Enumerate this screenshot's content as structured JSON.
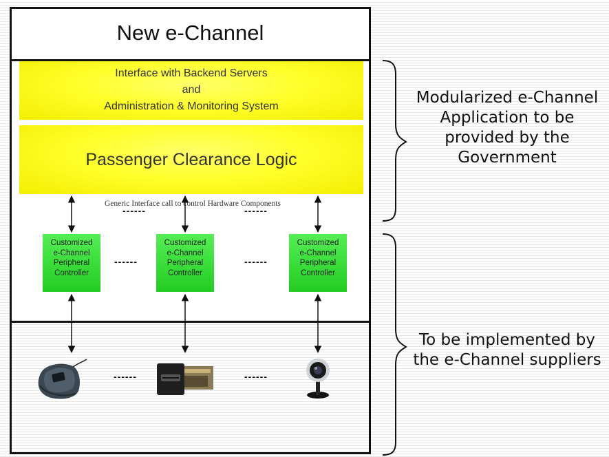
{
  "header": {
    "title": "New e-Channel"
  },
  "app_module": {
    "interface_lines": [
      "Interface with Backend Servers",
      "and",
      "Administration & Monitoring System"
    ],
    "logic_label": "Passenger Clearance Logic",
    "generic_interface_label": "Generic Interface call to control Hardware Components"
  },
  "controllers": {
    "controller_lines": [
      "Customized",
      "e-Channel",
      "Peripheral",
      "Controller"
    ],
    "ellipsis": "------"
  },
  "devices": [
    {
      "icon": "fingerprint-scanner-icon"
    },
    {
      "icon": "card-reader-icon"
    },
    {
      "icon": "webcam-icon"
    }
  ],
  "annotations": {
    "government": "Modularized e-Channel Application to be provided by the Government",
    "suppliers": "To be implemented by the e-Channel suppliers"
  },
  "colors": {
    "module_yellow": "#ffff2c",
    "controller_green": "#33dd33",
    "frame_border": "#111111"
  }
}
